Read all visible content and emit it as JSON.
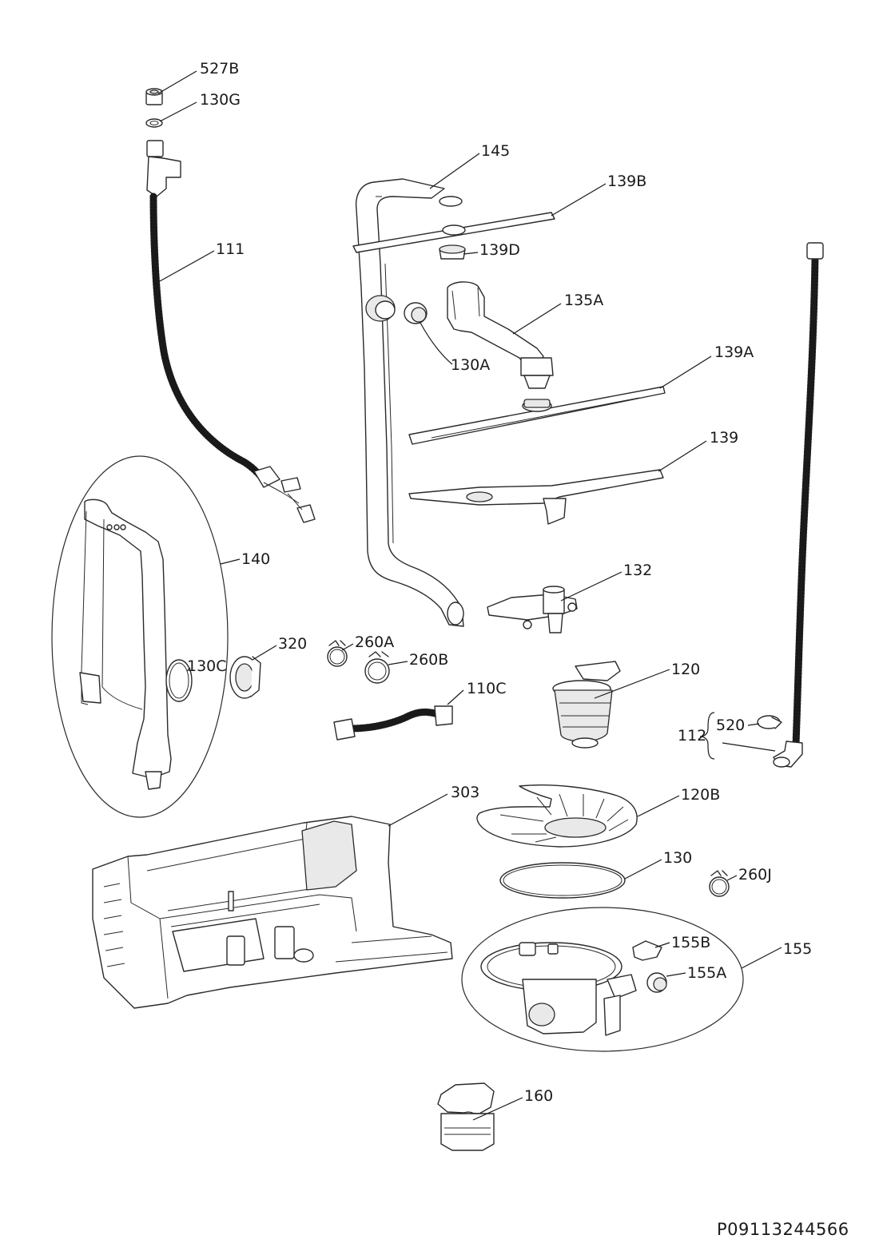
{
  "parts": {
    "p527B": "527B",
    "p130G": "130G",
    "p111": "111",
    "p145": "145",
    "p139B": "139B",
    "p139D": "139D",
    "p135A": "135A",
    "p130A": "130A",
    "p139A": "139A",
    "p139": "139",
    "p140": "140",
    "p320": "320",
    "p130C": "130C",
    "p260A": "260A",
    "p260B": "260B",
    "p132": "132",
    "p120": "120",
    "p110C": "110C",
    "p112": "112",
    "p520": "520",
    "p303": "303",
    "p120B": "120B",
    "p130": "130",
    "p260J": "260J",
    "p155": "155",
    "p155B": "155B",
    "p155A": "155A",
    "p160": "160"
  },
  "reference_code": "P09113244566"
}
